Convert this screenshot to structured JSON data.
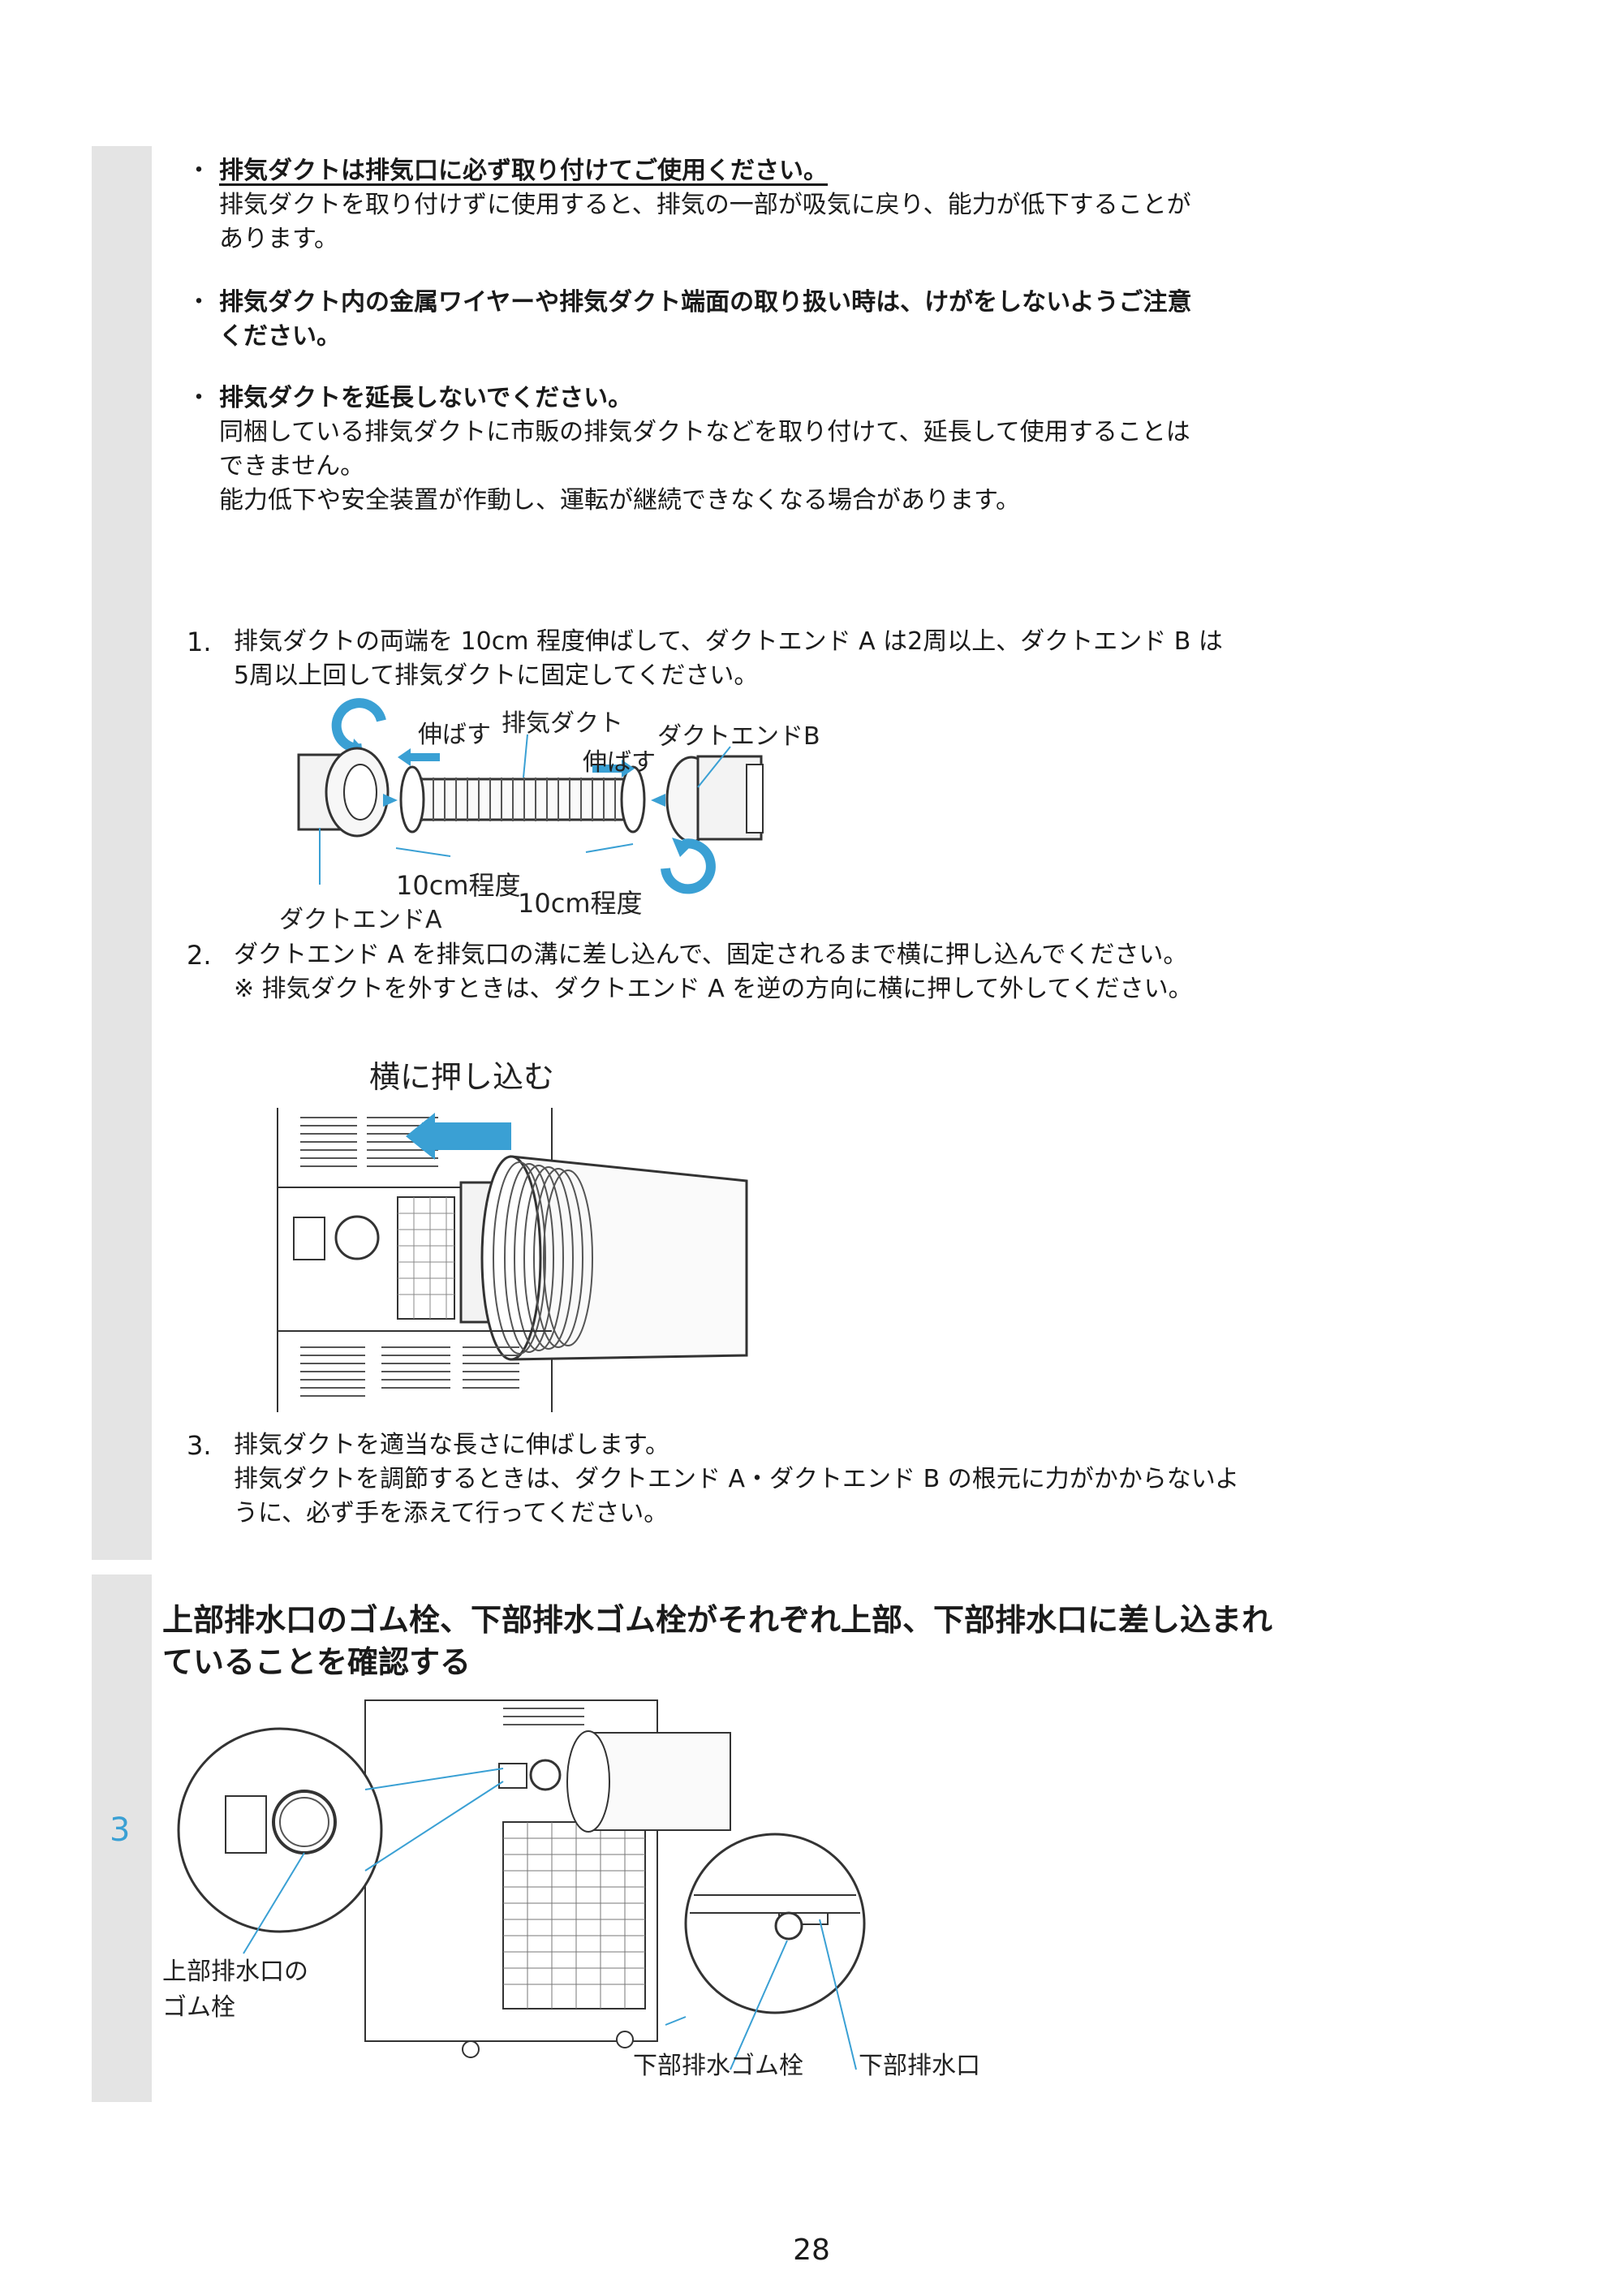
{
  "bullets": [
    {
      "head": "排気ダクトは排気口に必ず取り付けてご使用ください。",
      "lines": [
        "排気ダクトを取り付けずに使用すると、排気の一部が吸気に戻り、能力が低下することが",
        "あります。"
      ]
    },
    {
      "head_lines": [
        "排気ダクト内の金属ワイヤーや排気ダクト端面の取り扱い時は、けがをしないようご注意",
        "ください。"
      ]
    },
    {
      "head": "排気ダクトを延長しないでください。",
      "lines": [
        "同梱している排気ダクトに市販の排気ダクトなどを取り付けて、延長して使用することは",
        "できません。",
        "能力低下や安全装置が作動し、運転が継続できなくなる場合があります。"
      ]
    }
  ],
  "steps": [
    {
      "number": "1.",
      "lines": [
        "排気ダクトの両端を 10cm 程度伸ばして、ダクトエンド A は2周以上、ダクトエンド B は",
        "5周以上回して排気ダクトに固定してください。"
      ]
    },
    {
      "number": "2.",
      "lines": [
        "ダクトエンド A を排気口の溝に差し込んで、固定されるまで横に押し込んでください。",
        "※ 排気ダクトを外すときは、ダクトエンド A を逆の方向に横に押して外してください。"
      ]
    },
    {
      "number": "3.",
      "lines": [
        "排気ダクトを適当な長さに伸ばします。",
        "排気ダクトを調節するときは、ダクトエンド A・ダクトエンド B の根元に力がかからないよ",
        "うに、必ず手を添えて行ってください。"
      ]
    }
  ],
  "figure1": {
    "stretch_left": "伸ばす",
    "duct": "排気ダクト",
    "stretch_right": "伸ばす",
    "end_b": "ダクトエンドB",
    "length_left": "10cm程度",
    "length_right": "10cm程度",
    "end_a": "ダクトエンドA"
  },
  "figure2": {
    "push": "横に押し込む"
  },
  "section3": {
    "step_number": "3",
    "heading_lines": [
      "上部排水口のゴム栓、下部排水ゴム栓がそれぞれ上部、下部排水口に差し込まれ",
      "ていることを確認する"
    ],
    "upper_plug_lines": [
      "上部排水口の",
      "ゴム栓"
    ],
    "lower_plug": "下部排水ゴム栓",
    "lower_outlet": "下部排水口"
  },
  "page_number": "28",
  "colors": {
    "accent": "#3aa0d4",
    "band": "#e4e4e4"
  }
}
